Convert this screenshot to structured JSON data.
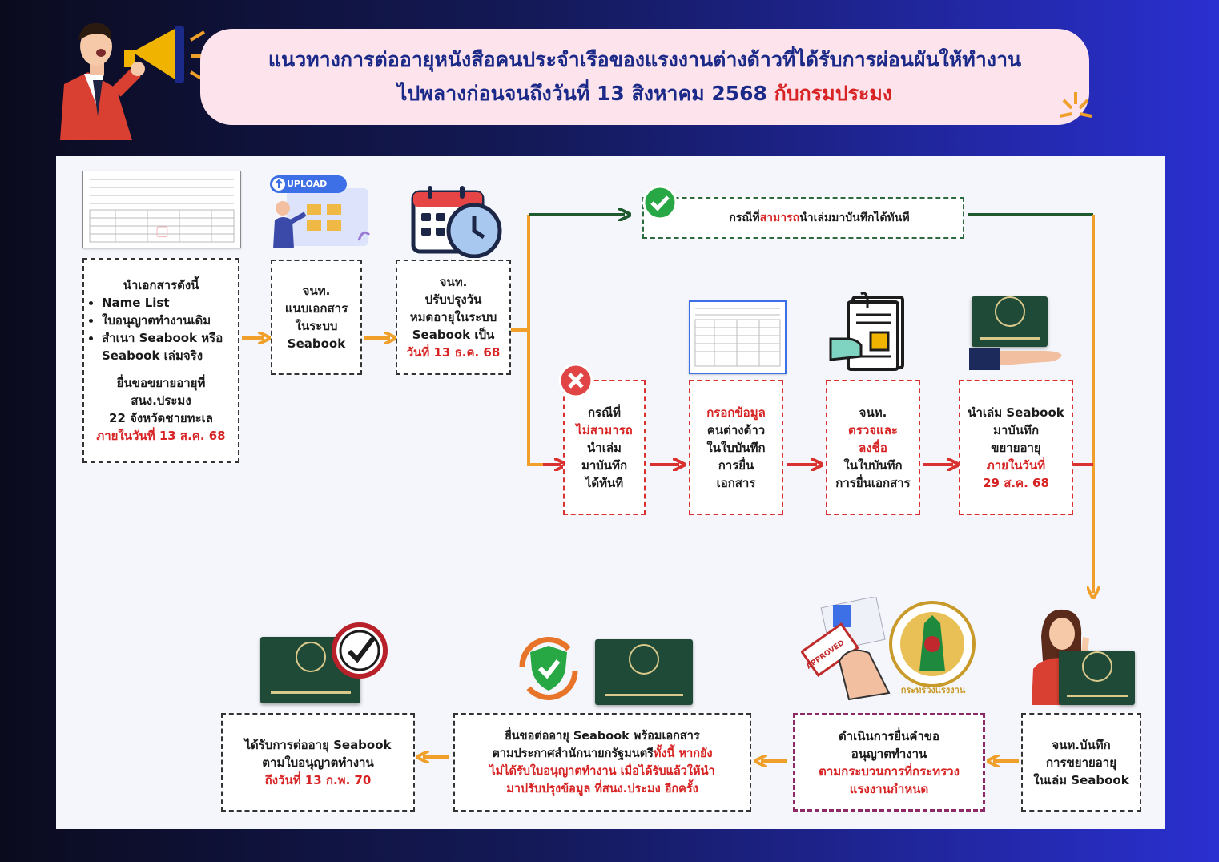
{
  "title": {
    "line1": "แนวทางการต่ออายุหนังสือคนประจำเรือของแรงงานต่างด้าวที่ได้รับการผ่อนผันให้ทำงาน",
    "line2_main": "ไปพลางก่อนจนถึงวันที่ 13 สิงหาคม 2568 ",
    "line2_highlight": "กับกรมประมง"
  },
  "upload_badge": "UPLOAD",
  "step1": {
    "heading": "นำเอกสารดังนี้",
    "items": [
      "Name List",
      "ใบอนุญาตทำงานเดิม",
      "สำเนา Seabook หรือ Seabook เล่มจริง"
    ],
    "submit_line1": "ยื่นขอขยายอายุที่",
    "submit_line2": "สนง.ประมง",
    "submit_line3": "22 จังหวัดชายทะเล",
    "deadline": "ภายในวันที่ 13 ส.ค. 68"
  },
  "step2": {
    "line1": "จนท.",
    "line2": "แนบเอกสาร",
    "line3": "ในระบบ",
    "line4": "Seabook"
  },
  "step3": {
    "line1": "จนท.",
    "line2": "ปรับปรุงวัน",
    "line3": "หมดอายุในระบบ",
    "line4": "Seabook เป็น",
    "date": "วันที่ 13 ธ.ค. 68"
  },
  "case_can": {
    "pre": "กรณีที่",
    "highlight": "สามารถ",
    "post": "นำเล่มมาบันทึกได้ทันที"
  },
  "case_cannot": {
    "line1": "กรณีที่",
    "highlight": "ไม่สามารถ",
    "line3": "นำเล่ม",
    "line4": "มาบันทึก",
    "line5": "ได้ทันที"
  },
  "fill_form": {
    "highlight": "กรอกข้อมูล",
    "line2": "คนต่างด้าว",
    "line3": "ในใบบันทึก",
    "line4": "การยื่น",
    "line5": "เอกสาร"
  },
  "check_sign": {
    "line1": "จนท.",
    "highlight1": "ตรวจและ",
    "highlight2": "ลงชื่อ",
    "line4": "ในใบบันทึก",
    "line5": "การยื่นเอกสาร"
  },
  "bring_book": {
    "line1": "นำเล่ม Seabook",
    "line2": "มาบันทึก",
    "line3": "ขยายอายุ",
    "highlight1": "ภายในวันที่",
    "highlight2": "29 ส.ค. 68"
  },
  "officer_record": {
    "line1": "จนท.บันทึก",
    "line2": "การขยายอายุ",
    "line3": "ในเล่ม Seabook"
  },
  "work_permit": {
    "line1": "ดำเนินการยื่นคำขอ",
    "line2": "อนุญาตทำงาน",
    "line3": "ตามกระบวนการที่กระทรวง",
    "line4": "แรงงานกำหนด"
  },
  "ministry_seal_text": "กระทรวงแรงงาน",
  "approved_stamp": "APPROVED",
  "renew_request": {
    "line1": "ยื่นขอต่ออายุ Seabook พร้อมเอกสาร",
    "line2_pre": "ตามประกาศสำนักนายกรัฐมนตรี",
    "line2_highlight": "ทั้งนี้ หากยัง",
    "line3_highlight": "ไม่ได้รับใบอนุญาตทำงาน เมื่อได้รับแล้วให้นำ",
    "line4_highlight": "มาปรับปรุงข้อมูล ที่สนง.ประมง อีกครั้ง"
  },
  "result": {
    "line1": "ได้รับการต่ออายุ Seabook",
    "line2": "ตามใบอนุญาตทำงาน",
    "highlight": "ถึงวันที่ 13 ก.พ. 70"
  },
  "colors": {
    "orange": "#f0a02a",
    "red": "#d93030",
    "green": "#1f5a2e",
    "navy": "#1b2a88"
  }
}
